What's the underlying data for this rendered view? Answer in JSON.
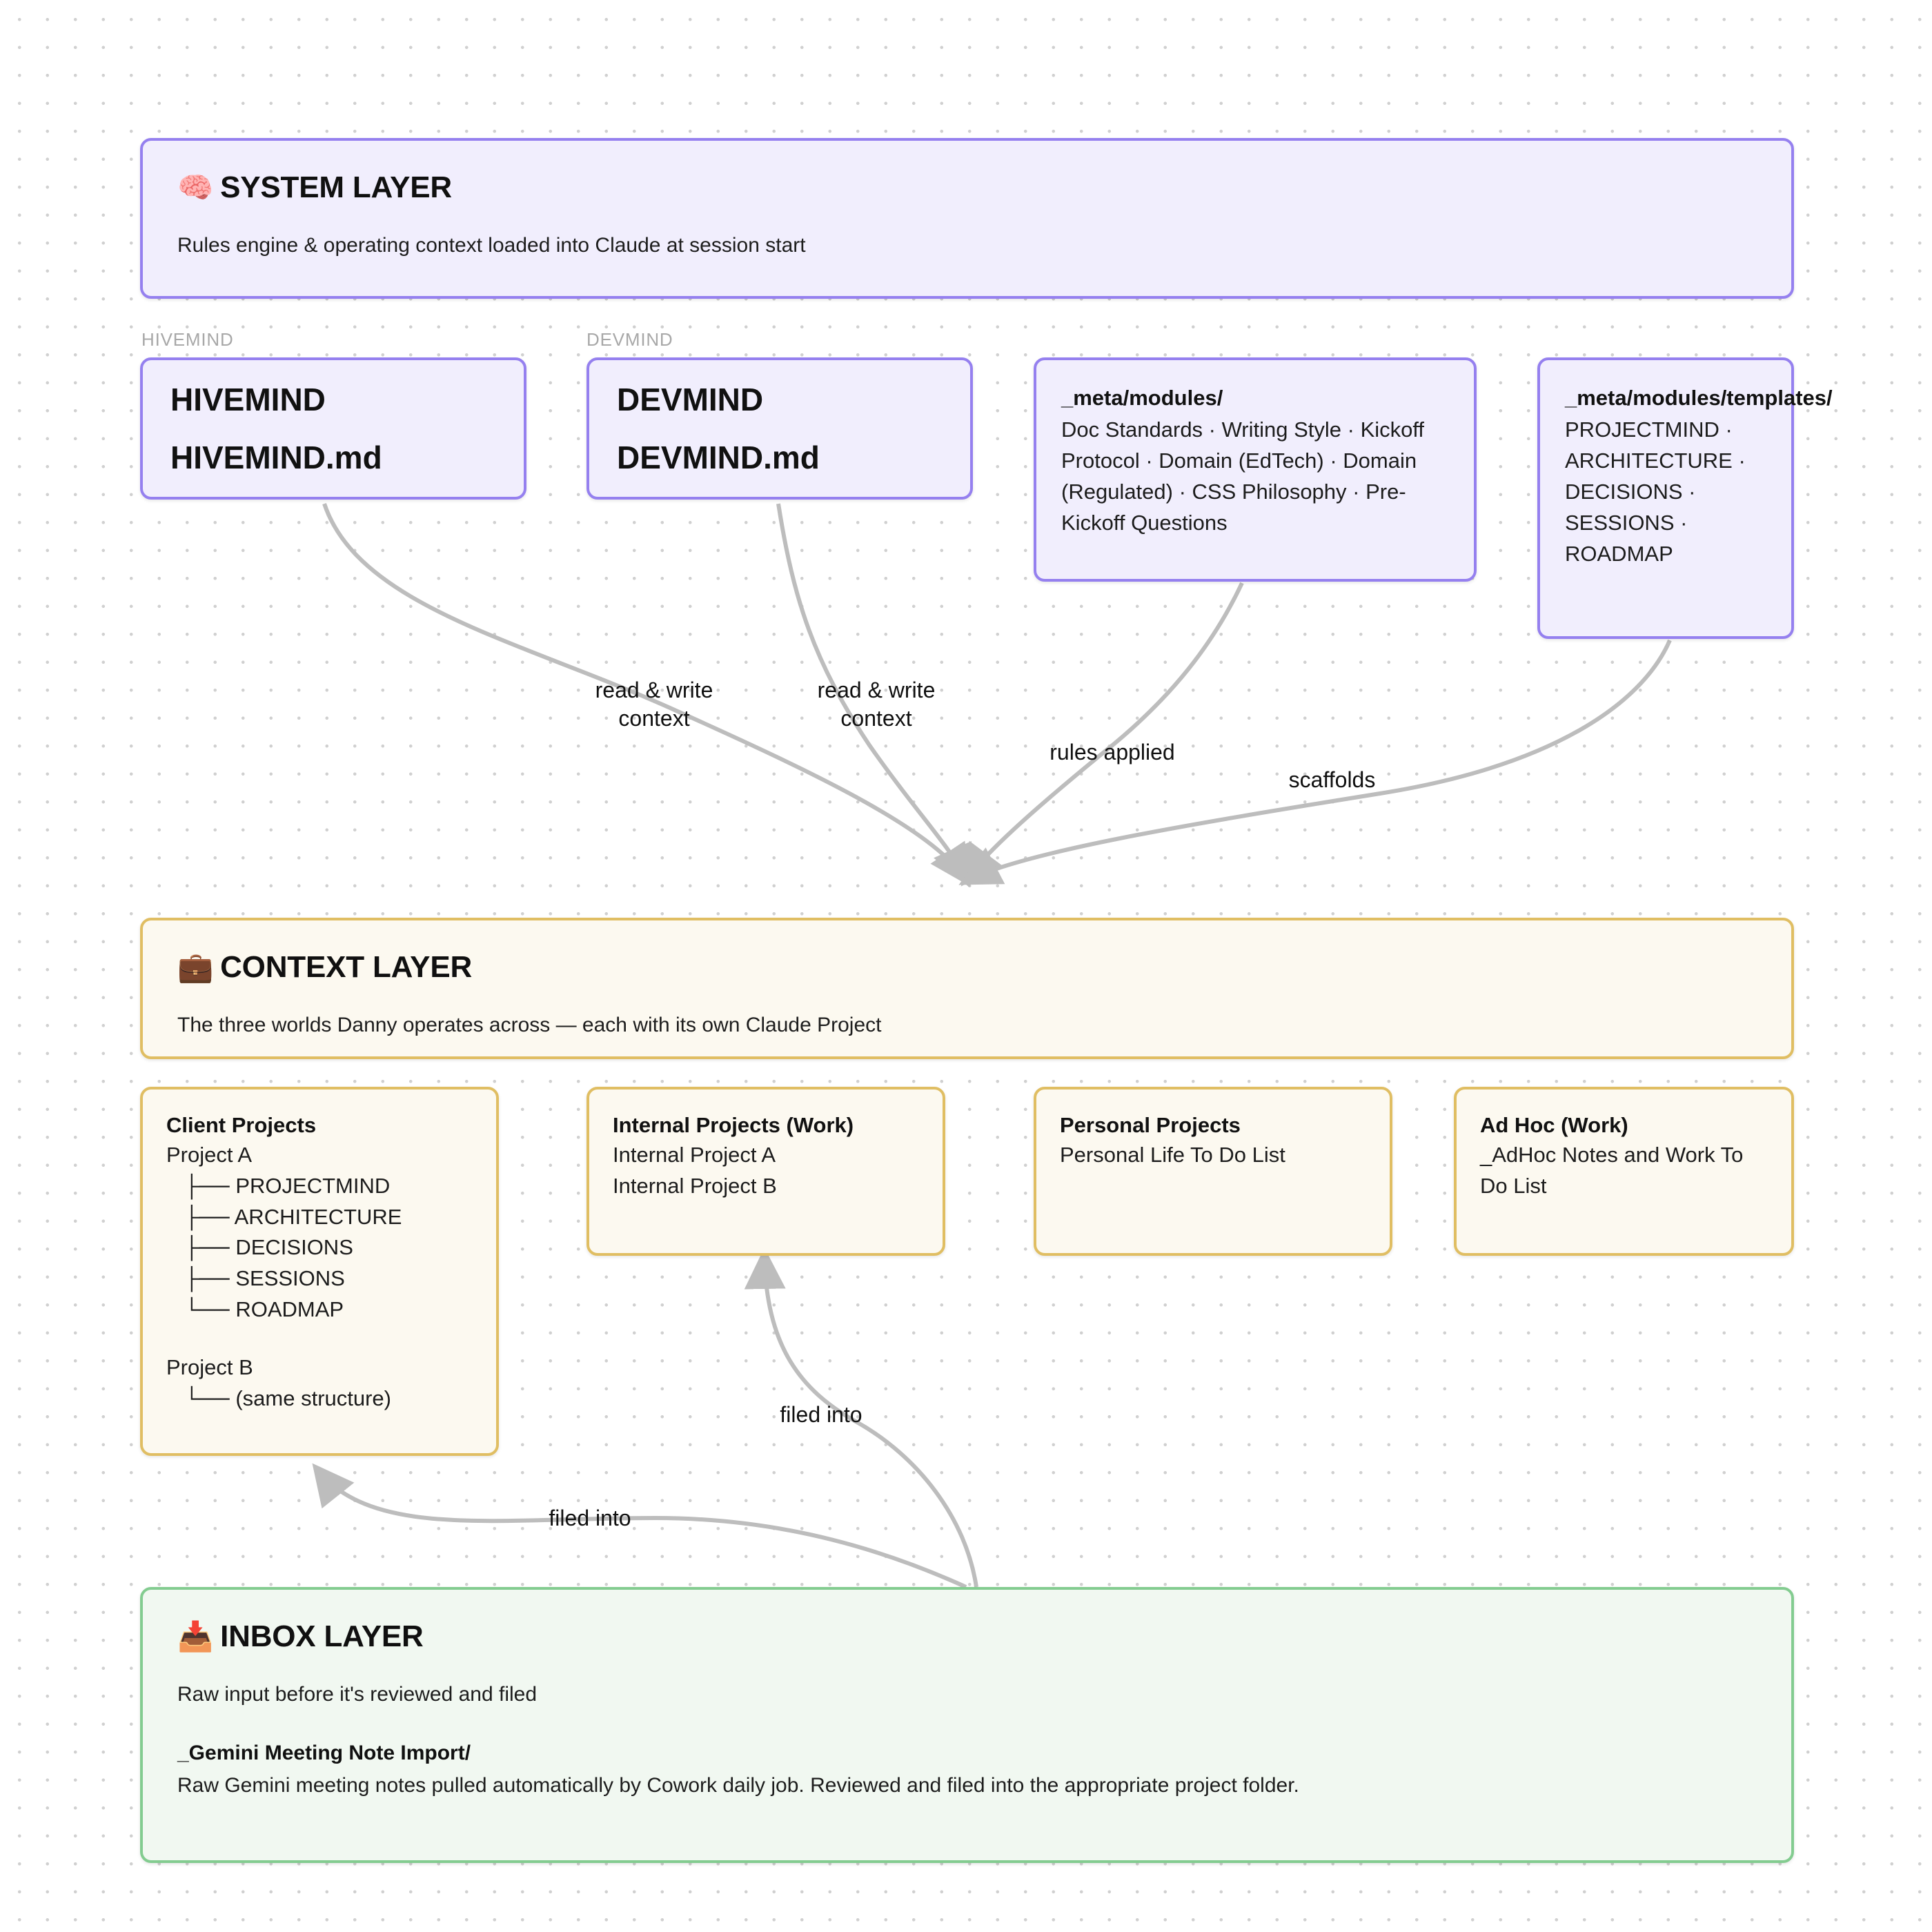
{
  "layers": {
    "system": {
      "emoji": "🧠",
      "emoji_name": "brain-emoji",
      "title": "SYSTEM LAYER",
      "subtitle": "Rules engine & operating context loaded into Claude at session start",
      "accent": "#9580EF",
      "fill": "#F1EEFD"
    },
    "context": {
      "emoji": "💼",
      "emoji_name": "briefcase-emoji",
      "title": "CONTEXT LAYER",
      "subtitle": "The three worlds Danny operates across — each with its own Claude Project",
      "accent": "#E0BE63",
      "fill": "#FCF9F0"
    },
    "inbox": {
      "emoji": "📥",
      "emoji_name": "inbox-tray-emoji",
      "title": "INBOX LAYER",
      "subtitle": "Raw input before it's reviewed and filed",
      "item_title": "_Gemini Meeting Note Import/",
      "item_desc": "Raw Gemini meeting notes pulled automatically by Cowork daily job. Reviewed and filed into the appropriate project folder.",
      "accent": "#83CC90",
      "fill": "#F1F8F1"
    }
  },
  "group_labels": {
    "hivemind": "HIVEMIND",
    "devmind": "DEVMIND"
  },
  "system_nodes": {
    "hivemind": {
      "line1": "HIVEMIND",
      "line2": "HIVEMIND.md"
    },
    "devmind": {
      "line1": "DEVMIND",
      "line2": "DEVMIND.md"
    },
    "modules": {
      "title": "_meta/modules/",
      "body": "Doc Standards · Writing Style · Kickoff Protocol · Domain (EdTech) · Domain (Regulated) · CSS Philosophy · Pre-Kickoff Questions"
    },
    "templates": {
      "title": "_meta/modules/templates/",
      "body": "PROJECTMIND · ARCHITECTURE · DECISIONS · SESSIONS · ROADMAP"
    }
  },
  "context_nodes": [
    {
      "title": "Client Projects",
      "lines": [
        "Project A",
        "   ├── PROJECTMIND",
        "   ├── ARCHITECTURE",
        "   ├── DECISIONS",
        "   ├── SESSIONS",
        "   └── ROADMAP",
        "",
        "Project B",
        "   └── (same structure)"
      ]
    },
    {
      "title": "Internal Projects (Work)",
      "lines": [
        "Internal Project A",
        "Internal Project B"
      ]
    },
    {
      "title": "Personal Projects",
      "lines": [
        "Personal Life To Do List"
      ]
    },
    {
      "title": "Ad Hoc (Work)",
      "lines": [
        "_AdHoc Notes and Work To Do List"
      ]
    }
  ],
  "edge_labels": {
    "hivemind_to_context": "read & write\ncontext",
    "devmind_to_context": "read & write\ncontext",
    "modules_to_context": "rules applied",
    "templates_to_context": "scaffolds",
    "inbox_to_client": "filed into",
    "inbox_to_internal": "filed into"
  },
  "edge_color": "#BDBDBD"
}
